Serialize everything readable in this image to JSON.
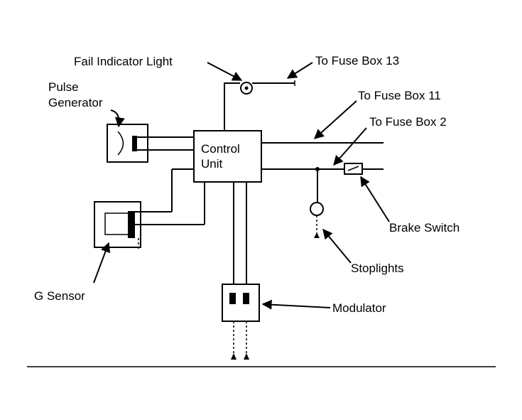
{
  "labels": {
    "fail_indicator": "Fail Indicator Light",
    "fuse13": "To Fuse Box 13",
    "fuse11": "To Fuse Box 11",
    "fuse2": "To Fuse Box 2",
    "pulse_line1": "Pulse",
    "pulse_line2": "Generator",
    "control_line1": "Control",
    "control_line2": "Unit",
    "brake_switch": "Brake Switch",
    "stoplights": "Stoplights",
    "g_sensor": "G Sensor",
    "modulator": "Modulator"
  }
}
